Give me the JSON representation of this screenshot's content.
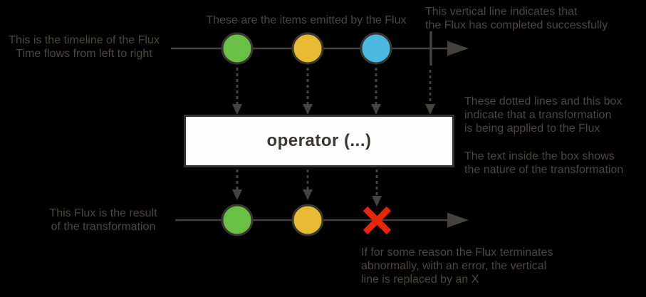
{
  "colors": {
    "background": "#000000",
    "line": "#45413d",
    "arrow": "#45413d",
    "dotted_line": "#46423e",
    "circle_border": "#393632",
    "item_green": "#6abf45",
    "item_yellow": "#e7bb34",
    "item_blue": "#4ab9dd",
    "error_red": "#ea2408",
    "annotation_text": "#4c463f",
    "operator_box_bg": "#fefefe",
    "operator_box_border": "#35322f",
    "operator_text": "#3b3733"
  },
  "operator": {
    "label": "operator (...)"
  },
  "annotations": {
    "timeline": "This is the timeline of the Flux\nTime flows from left to right",
    "items": "These are the items emitted by the Flux",
    "complete": "This vertical line indicates that\nthe Flux has completed successfully",
    "transformation": "These dotted lines and this box\nindicate that a transformation\nis being applied to the Flux",
    "box_text": "The text inside the box shows\nthe nature of the transformation",
    "result": "This Flux is the result\nof the transformation",
    "error": "If for some reason the Flux terminates\nabnormally, with an error, the vertical\nline is replaced by an X"
  },
  "diagram": {
    "source_flux": {
      "items": [
        "green",
        "yellow",
        "blue"
      ],
      "terminal": "complete"
    },
    "result_flux": {
      "items": [
        "green",
        "yellow"
      ],
      "terminal": "error"
    }
  }
}
